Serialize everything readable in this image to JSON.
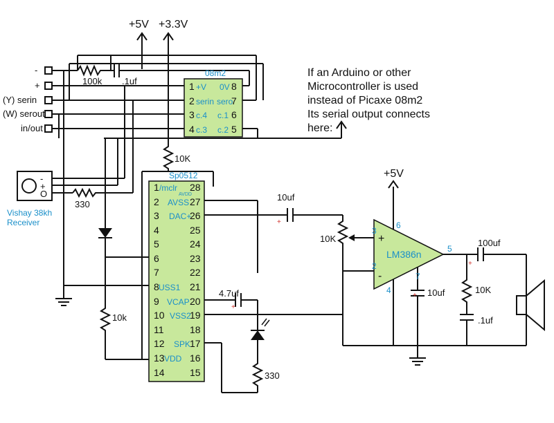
{
  "power": {
    "v5_top": "+5V",
    "v33_top": "+3.3V",
    "v5_amp": "+5V"
  },
  "terminals": [
    "-",
    "+",
    "(Y) serin",
    "(W) serout",
    "in/out"
  ],
  "picaxe": {
    "name": "08m2",
    "left_pins": [
      {
        "n": "1",
        "f": "+V"
      },
      {
        "n": "2",
        "f": "serin"
      },
      {
        "n": "3",
        "f": "c.4"
      },
      {
        "n": "4",
        "f": "c.3"
      }
    ],
    "right_pins": [
      {
        "n": "8",
        "f": "0V"
      },
      {
        "n": "7",
        "f": "sero"
      },
      {
        "n": "6",
        "f": "c.1"
      },
      {
        "n": "5",
        "f": "c.2"
      }
    ]
  },
  "note": [
    "If an Arduino or other",
    "Microcontroller is used",
    "instead of Picaxe 08m2",
    "Its serial output connects",
    "here:"
  ],
  "sp0512": {
    "name": "Sp0512",
    "left_pins": [
      "1",
      "2",
      "3",
      "4",
      "5",
      "6",
      "7",
      "8",
      "9",
      "10",
      "11",
      "12",
      "13",
      "14"
    ],
    "right_pins": [
      "28",
      "27",
      "26",
      "25",
      "24",
      "23",
      "22",
      "21",
      "20",
      "19",
      "18",
      "17",
      "16",
      "15"
    ],
    "functions": {
      "mclr": "/mclr",
      "avdd": "AVDD",
      "avss": "AVSS",
      "dac": "DAC+",
      "uss1": "USS1",
      "vcap": "VCAP",
      "vss2": "VSS2",
      "spk": "SPK",
      "vdd": "VDD"
    }
  },
  "receiver": {
    "name": "Vishay 38kh",
    "name2": "Receiver",
    "pin_minus": "-",
    "pin_plus": "+",
    "pin_out": "O"
  },
  "components": {
    "r100k": "100k",
    "c1uf_top": ".1uf",
    "r10k_a": "10K",
    "r330_a": "330",
    "r10k_b": "10k",
    "c4_7uf": "4.7uf",
    "r330_b": "330",
    "c10uf_in": "10uf",
    "pot10k": "10K",
    "c10uf_amp": "10uf",
    "c100uf": "100uf",
    "r10k_out": "10K",
    "c1uf_out": ".1uf"
  },
  "lm386": {
    "name": "LM386n",
    "pin3": "3",
    "pin2": "2",
    "pin6": "6",
    "pin4": "4",
    "pin7": "7",
    "pin5": "5",
    "in_plus": "+",
    "in_minus": "-"
  },
  "polarity": "+"
}
